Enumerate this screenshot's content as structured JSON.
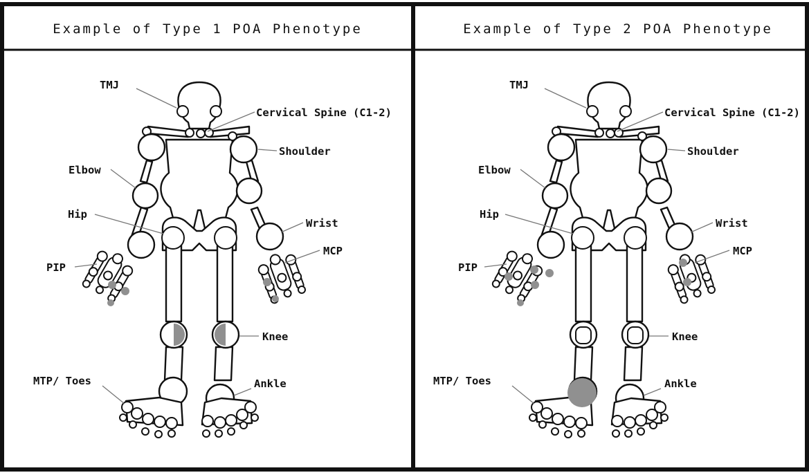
{
  "panels": [
    {
      "title": "Example of Type 1 POA Phenotype",
      "labels": {
        "tmj": "TMJ",
        "cervical": "Cervical Spine (C1-2)",
        "shoulder": "Shoulder",
        "elbow": "Elbow",
        "hip": "Hip",
        "wrist": "Wrist",
        "pip": "PIP",
        "mcp": "MCP",
        "knee": "Knee",
        "mtp": "MTP/ Toes",
        "ankle": "Ankle"
      },
      "affected_joints": [
        "PIP",
        "MCP",
        "Knee"
      ]
    },
    {
      "title": "Example of Type 2 POA Phenotype",
      "labels": {
        "tmj": "TMJ",
        "cervical": "Cervical Spine (C1-2)",
        "shoulder": "Shoulder",
        "elbow": "Elbow",
        "hip": "Hip",
        "wrist": "Wrist",
        "pip": "PIP",
        "mcp": "MCP",
        "knee": "Knee",
        "mtp": "MTP/ Toes",
        "ankle": "Ankle"
      },
      "affected_joints": [
        "PIP",
        "MCP",
        "Ankle"
      ]
    }
  ],
  "colors": {
    "affected": "#909090",
    "border": "#111111"
  }
}
